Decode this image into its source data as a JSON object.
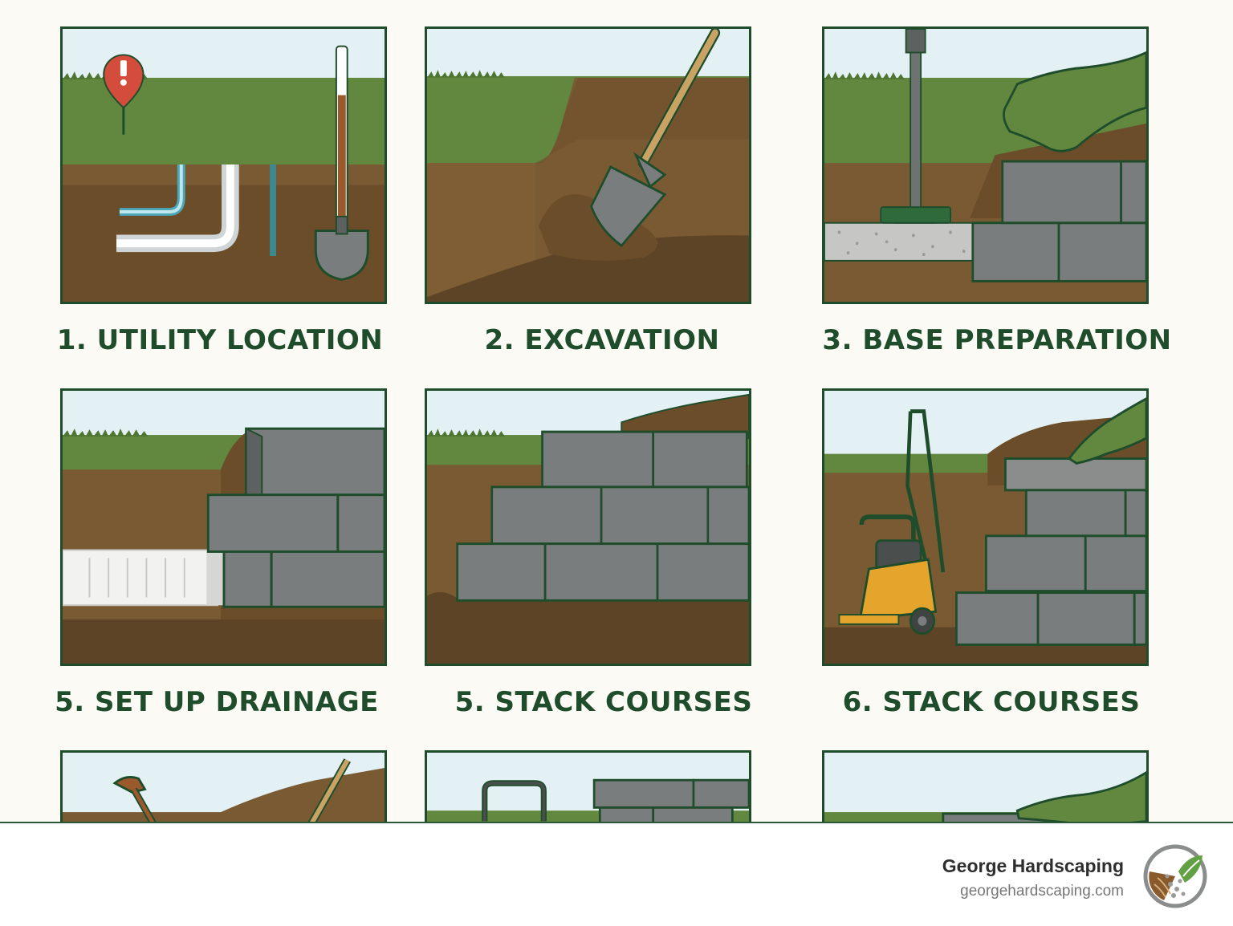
{
  "steps": [
    {
      "caption": "1. UTILITY LOCATION"
    },
    {
      "caption": "2. EXCAVATION"
    },
    {
      "caption": "3. BASE PREPARATION"
    },
    {
      "caption": "5. SET UP DRAINAGE"
    },
    {
      "caption": "5. STACK COURSES"
    },
    {
      "caption": "6. STACK COURSES"
    }
  ],
  "brand": {
    "name": "George Hardscaping",
    "url": "georgehardscaping.com"
  },
  "colors": {
    "sky": "#e3f1f4",
    "grass": "#62883f",
    "soil": "#7a5a33",
    "soil_dark": "#5d4426",
    "block": "#7a7d7d",
    "frame": "#1f4d2c",
    "caption": "#1f4d2c",
    "machine": "#e5a52d"
  }
}
